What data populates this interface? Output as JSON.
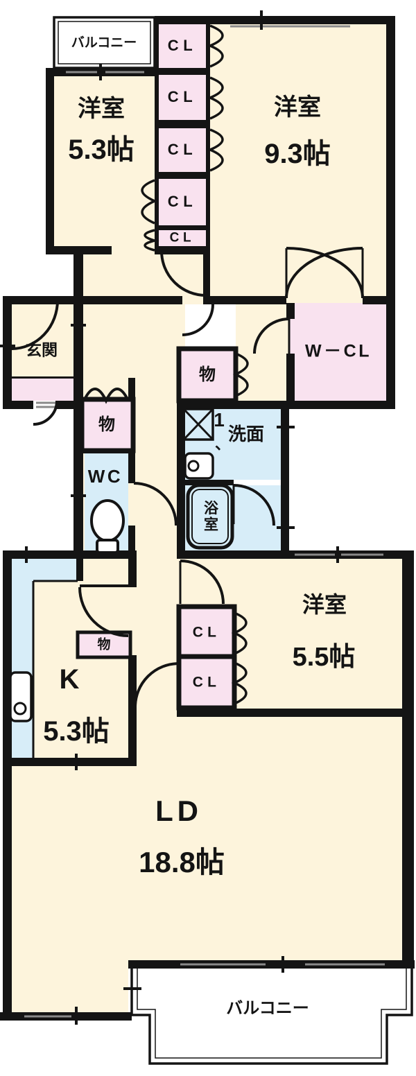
{
  "title": "間取り図",
  "colors": {
    "floor": "#fdf4dc",
    "closet": "#f9e2ef",
    "wet": "#d7edf8",
    "wall": "#141414",
    "win": "#8a8a8a"
  },
  "labels": {
    "western": "洋室",
    "cl": "CL",
    "mono": "物",
    "balcony": "バルコニー",
    "genkan": "玄関",
    "wcl": "W－CL",
    "senmen": "洗面",
    "wc": "WC",
    "bath": "浴室",
    "kitchen": "K",
    "ld": "LD"
  },
  "sizes": {
    "room_5_3": "5.3帖",
    "room_9_3": "9.3帖",
    "room_5_5": "5.5帖",
    "kitchen_5_3": "5.3帖",
    "ld_18_8": "18.8帖"
  },
  "washer_mark": {
    "num": "1",
    "comma": "、"
  }
}
